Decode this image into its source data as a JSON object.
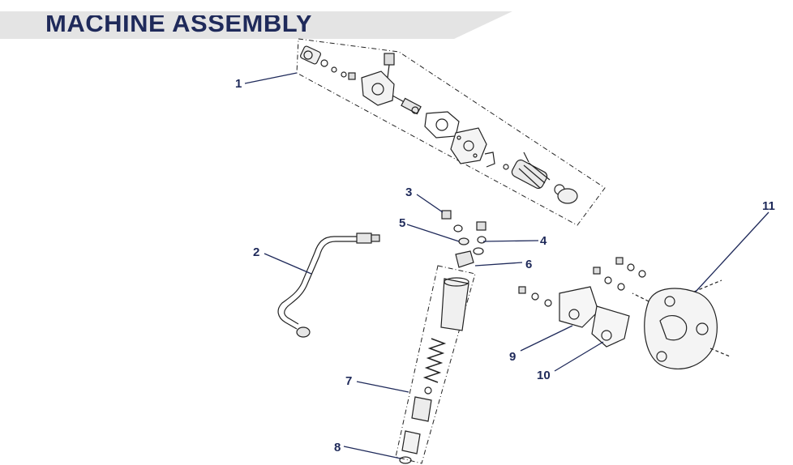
{
  "header": {
    "title": "MACHINE ASSEMBLY",
    "band_color": "#e4e4e4",
    "title_color": "#1f2a5a"
  },
  "callouts": [
    {
      "number": "1"
    },
    {
      "number": "2"
    },
    {
      "number": "3"
    },
    {
      "number": "4"
    },
    {
      "number": "5"
    },
    {
      "number": "6"
    },
    {
      "number": "7"
    },
    {
      "number": "8"
    },
    {
      "number": "9"
    },
    {
      "number": "10"
    },
    {
      "number": "11"
    }
  ]
}
